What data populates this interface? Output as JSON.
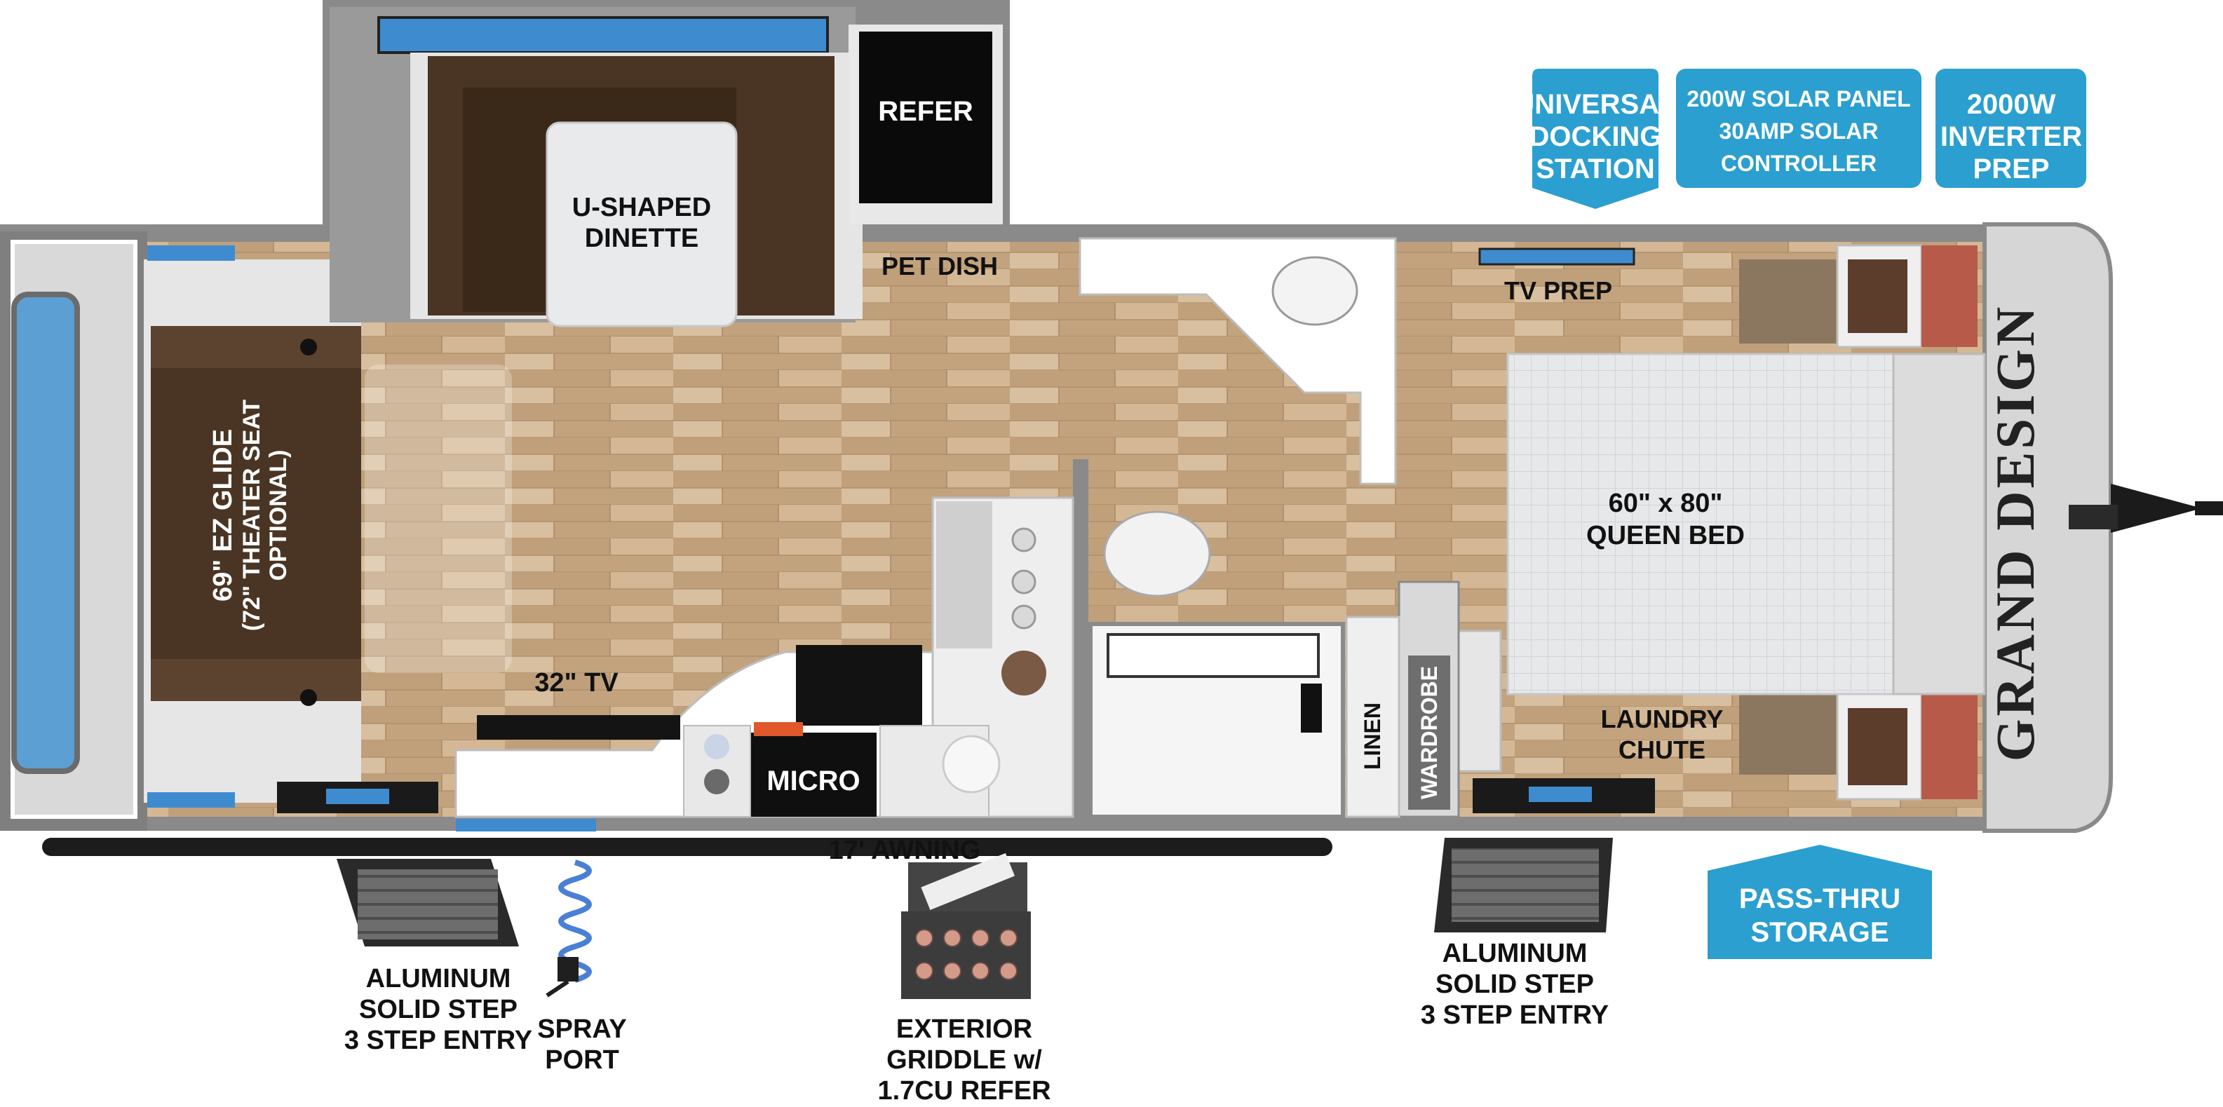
{
  "brand": {
    "logo_text": "GRAND DESIGN"
  },
  "badges": {
    "docking": [
      "UNIVERSAL",
      "DOCKING",
      "STATION"
    ],
    "solar": [
      "200W SOLAR PANEL",
      "30AMP SOLAR",
      "CONTROLLER"
    ],
    "inverter": [
      "2000W",
      "INVERTER",
      "PREP"
    ],
    "storage": [
      "PASS-THRU",
      "STORAGE"
    ]
  },
  "labels": {
    "refer": "REFER",
    "dinette": [
      "U-SHAPED",
      "DINETTE"
    ],
    "pet_dish": "PET DISH",
    "tv_prep": "TV PREP",
    "ez_glide": [
      "69\" EZ GLIDE",
      "(72\" THEATER SEAT",
      "OPTIONAL)"
    ],
    "queen_bed": [
      "60\" x 80\"",
      "QUEEN BED"
    ],
    "tv": "32\" TV",
    "micro": "MICRO",
    "linen": "LINEN",
    "wardrobe": "WARDROBE",
    "laundry": [
      "LAUNDRY",
      "CHUTE"
    ],
    "awning": "17' AWNING",
    "left_step": [
      "ALUMINUM",
      "SOLID STEP",
      "3 STEP ENTRY"
    ],
    "spray_port": [
      "SPRAY",
      "PORT"
    ],
    "griddle": [
      "EXTERIOR",
      "GRIDDLE w/",
      "1.7CU REFER"
    ],
    "right_step": [
      "ALUMINUM",
      "SOLID STEP",
      "3 STEP ENTRY"
    ]
  },
  "colors": {
    "badge_blue": "#2b9fcf",
    "wall_gray": "#8a8a8a",
    "floor_wood": "#c9ab86",
    "sofa_brown": "#4a3524"
  }
}
